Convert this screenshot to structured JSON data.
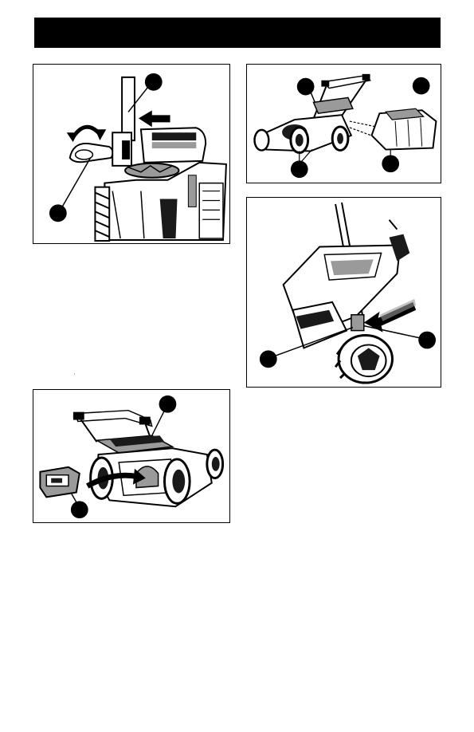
{
  "header": {
    "background": "#000000"
  },
  "figures": [
    {
      "id": "handle-lever",
      "callouts": 2
    },
    {
      "id": "grass-bag-attach",
      "callouts": 4
    },
    {
      "id": "handle-lock",
      "callouts": 2
    },
    {
      "id": "mulching-plug-insert",
      "callouts": 2
    }
  ],
  "colors": {
    "line": "#000000",
    "grey": "#9a9a9a",
    "dark": "#1a1a1a"
  }
}
